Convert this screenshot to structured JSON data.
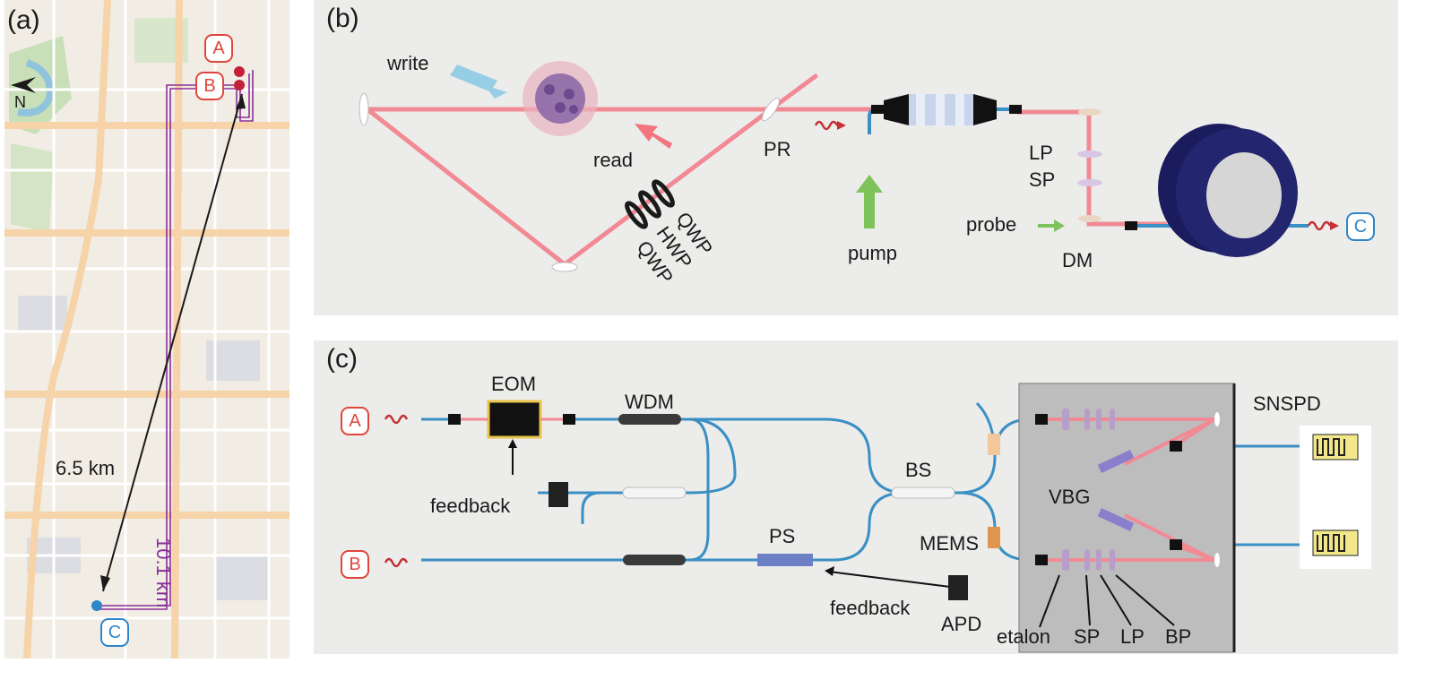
{
  "panels": {
    "a": {
      "letter": "(a)",
      "north": "N",
      "node_a": "A",
      "node_b": "B",
      "node_c": "C",
      "direct_distance": "6.5 km",
      "fiber_distance": "10.1 km"
    },
    "b": {
      "letter": "(b)",
      "write": "write",
      "read": "read",
      "pr": "PR",
      "qwp1": "QWP",
      "hwp": "HWP",
      "qwp2": "QWP",
      "pump": "pump",
      "lp": "LP",
      "sp": "SP",
      "probe": "probe",
      "dm": "DM",
      "node_c": "C"
    },
    "c": {
      "letter": "(c)",
      "node_a": "A",
      "node_b": "B",
      "eom": "EOM",
      "wdm": "WDM",
      "feedback_top": "feedback",
      "ps": "PS",
      "feedback_bottom": "feedback",
      "bs": "BS",
      "mems": "MEMS",
      "apd": "APD",
      "vbg": "VBG",
      "snspd": "SNSPD",
      "etalon": "etalon",
      "sp": "SP",
      "lp": "LP",
      "bp": "BP"
    }
  },
  "colors": {
    "beam": "#f28a94",
    "fiber": "#3a8fc4",
    "route": "#8a2e9a",
    "node_red": "#e0463c",
    "node_blue": "#2e86c8",
    "panel_bg": "#ececea"
  }
}
